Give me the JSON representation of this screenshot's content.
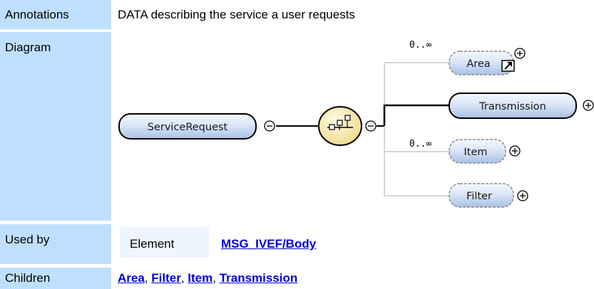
{
  "rows": {
    "annotations": {
      "label": "Annotations",
      "text": "DATA describing the service a user requests"
    },
    "diagram": {
      "label": "Diagram",
      "root": "ServiceRequest",
      "children": [
        {
          "name": "Area",
          "multiplicity": "0..∞",
          "optional": true,
          "reference": true
        },
        {
          "name": "Transmission",
          "multiplicity": "",
          "optional": false,
          "reference": false
        },
        {
          "name": "Item",
          "multiplicity": "0..∞",
          "optional": true,
          "reference": false
        },
        {
          "name": "Filter",
          "multiplicity": "",
          "optional": true,
          "reference": false
        }
      ]
    },
    "used_by": {
      "label": "Used by",
      "kind": "Element",
      "link": "MSG_IVEF/Body"
    },
    "children": {
      "label": "Children",
      "links": [
        "Area",
        "Filter",
        "Item",
        "Transmission"
      ],
      "separator": ", "
    }
  },
  "colors": {
    "label_bg": "#bfdfff",
    "link": "#0000dd",
    "node_fill_top": "#eef4ff",
    "node_fill_bottom": "#b3c8ea",
    "compositor_fill": "#f6e7a3"
  },
  "icons": [
    "collapse-icon",
    "expand-icon",
    "sequence-icon",
    "reference-arrow-icon"
  ]
}
